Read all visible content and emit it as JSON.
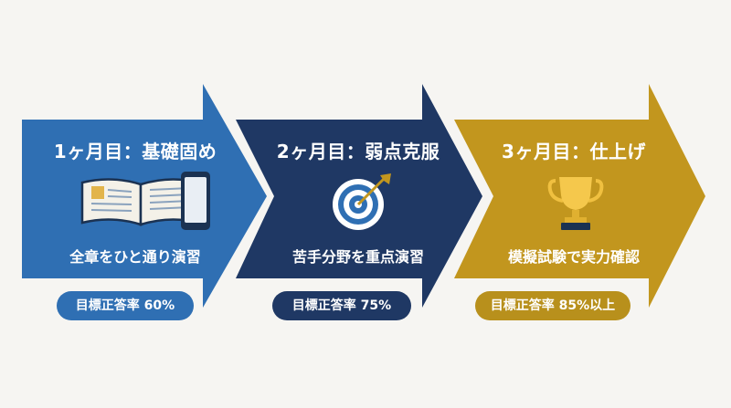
{
  "steps": [
    {
      "title": "1ヶ月目：基礎固め",
      "description": "全章をひと通り演習",
      "badge": "目標正答率 60%",
      "color": "#2f6fb3",
      "badge_color": "#2f6fb3",
      "icons": [
        "open-book-icon",
        "smartphone-icon"
      ]
    },
    {
      "title": "2ヶ月目：弱点克服",
      "description": "苦手分野を重点演習",
      "badge": "目標正答率 75%",
      "color": "#1f3864",
      "badge_color": "#1f3864",
      "icons": [
        "target-icon"
      ]
    },
    {
      "title": "3ヶ月目：仕上げ",
      "description": "模擬試験で実力確認",
      "badge": "目標正答率 85%以上",
      "color": "#c2961e",
      "badge_color": "#b8901c",
      "icons": [
        "trophy-icon"
      ]
    }
  ]
}
